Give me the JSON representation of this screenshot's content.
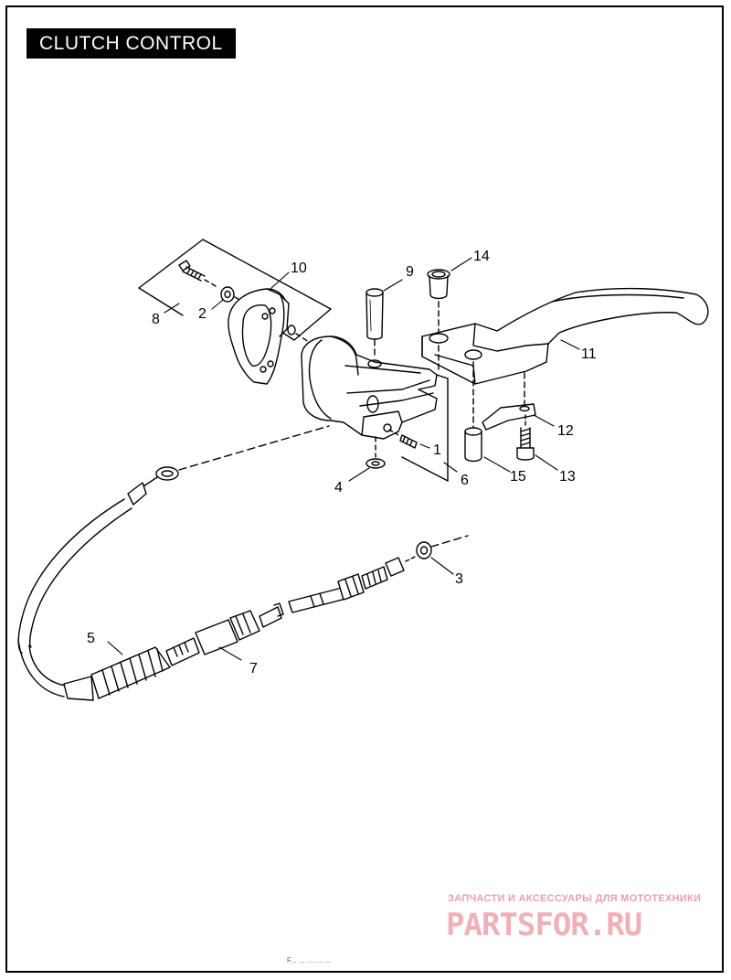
{
  "title": "CLUTCH CONTROL",
  "callouts": [
    "1",
    "2",
    "3",
    "4",
    "5",
    "6",
    "7",
    "8",
    "9",
    "10",
    "11",
    "12",
    "13",
    "14",
    "15"
  ],
  "watermark": {
    "line1": "ЗАПЧАСТИ И АКСЕССУАРЫ ДЛЯ МОТОТЕХНИКИ",
    "line2": "PARTSFOR.RU"
  },
  "footer_text": "F... ... ... .... ...",
  "colors": {
    "ink": "#000000",
    "watermark": "#f0b0b8"
  }
}
